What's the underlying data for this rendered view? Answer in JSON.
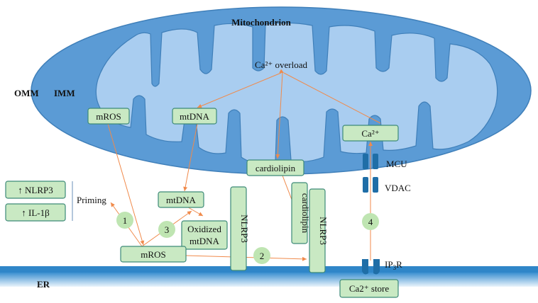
{
  "labels": {
    "mitochondrion": "Mitochondrion",
    "omm": "OMM",
    "imm": "IMM",
    "er": "ER",
    "ca_overload": "Ca²⁺ overload",
    "priming": "Priming",
    "mcu": "MCU",
    "vdac": "VDAC",
    "ip3r_main": "IP",
    "ip3r_sub": "3",
    "ip3r_end": "R"
  },
  "boxes": {
    "mros_top": "mROS",
    "mtdna_top": "mtDNA",
    "ca_mito": "Ca²⁺",
    "cardiolipin_imm": "cardiolipin",
    "nlrp3_up": "↑ NLRP3",
    "il1b_up": "↑  IL-1β",
    "mtdna_mid": "mtDNA",
    "oxidized_line1": "Oxidized",
    "oxidized_line2": "mtDNA",
    "mros_bottom": "mROS",
    "nlrp3_a": "NLRP3",
    "cardiolipin_vert": "cardiolipin",
    "nlrp3_b": "NLRP3",
    "ca_store": "Ca2⁺ store"
  },
  "steps": [
    "1",
    "2",
    "3",
    "4"
  ],
  "colors": {
    "outer_membrane": "#5b9bd5",
    "inner_matrix": "#a9cdf0",
    "box_fill": "#c9e9c3",
    "box_stroke": "#3d8a78",
    "arrow": "#f08a4b",
    "channel": "#1f6ea7"
  }
}
